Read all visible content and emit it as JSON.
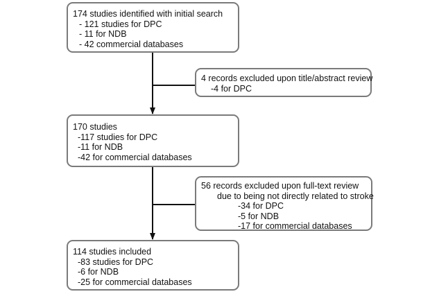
{
  "nodes": {
    "initial": {
      "title": "174 studies identified with initial search",
      "items": [
        "- 121 studies for DPC",
        "- 11 for NDB",
        "- 42 commercial databases"
      ]
    },
    "exclusion_1": {
      "title": "4 records excluded upon title/abstract review",
      "items": [
        "-4 for DPC"
      ]
    },
    "after_screen": {
      "title": "170 studies",
      "items": [
        "-117 studies for DPC",
        "-11 for NDB",
        "-42 for commercial databases"
      ]
    },
    "exclusion_2": {
      "title": "56 records excluded upon full-text review",
      "subtitle": "due to being not directly related to stroke",
      "items": [
        "-34 for DPC",
        "-5 for NDB",
        "-17 for commercial databases"
      ]
    },
    "included": {
      "title": "114 studies included",
      "items": [
        "-83 studies for DPC",
        "-6 for NDB",
        "-25 for commercial databases"
      ]
    }
  },
  "edges": [
    {
      "from": "initial",
      "to": "after_screen",
      "type": "arrow"
    },
    {
      "from": "initial",
      "to": "exclusion_1",
      "type": "branch"
    },
    {
      "from": "after_screen",
      "to": "included",
      "type": "arrow"
    },
    {
      "from": "after_screen",
      "to": "exclusion_2",
      "type": "branch"
    }
  ],
  "colors": {
    "box_border": "#7a7a7a",
    "connector": "#111111",
    "text": "#111111"
  }
}
